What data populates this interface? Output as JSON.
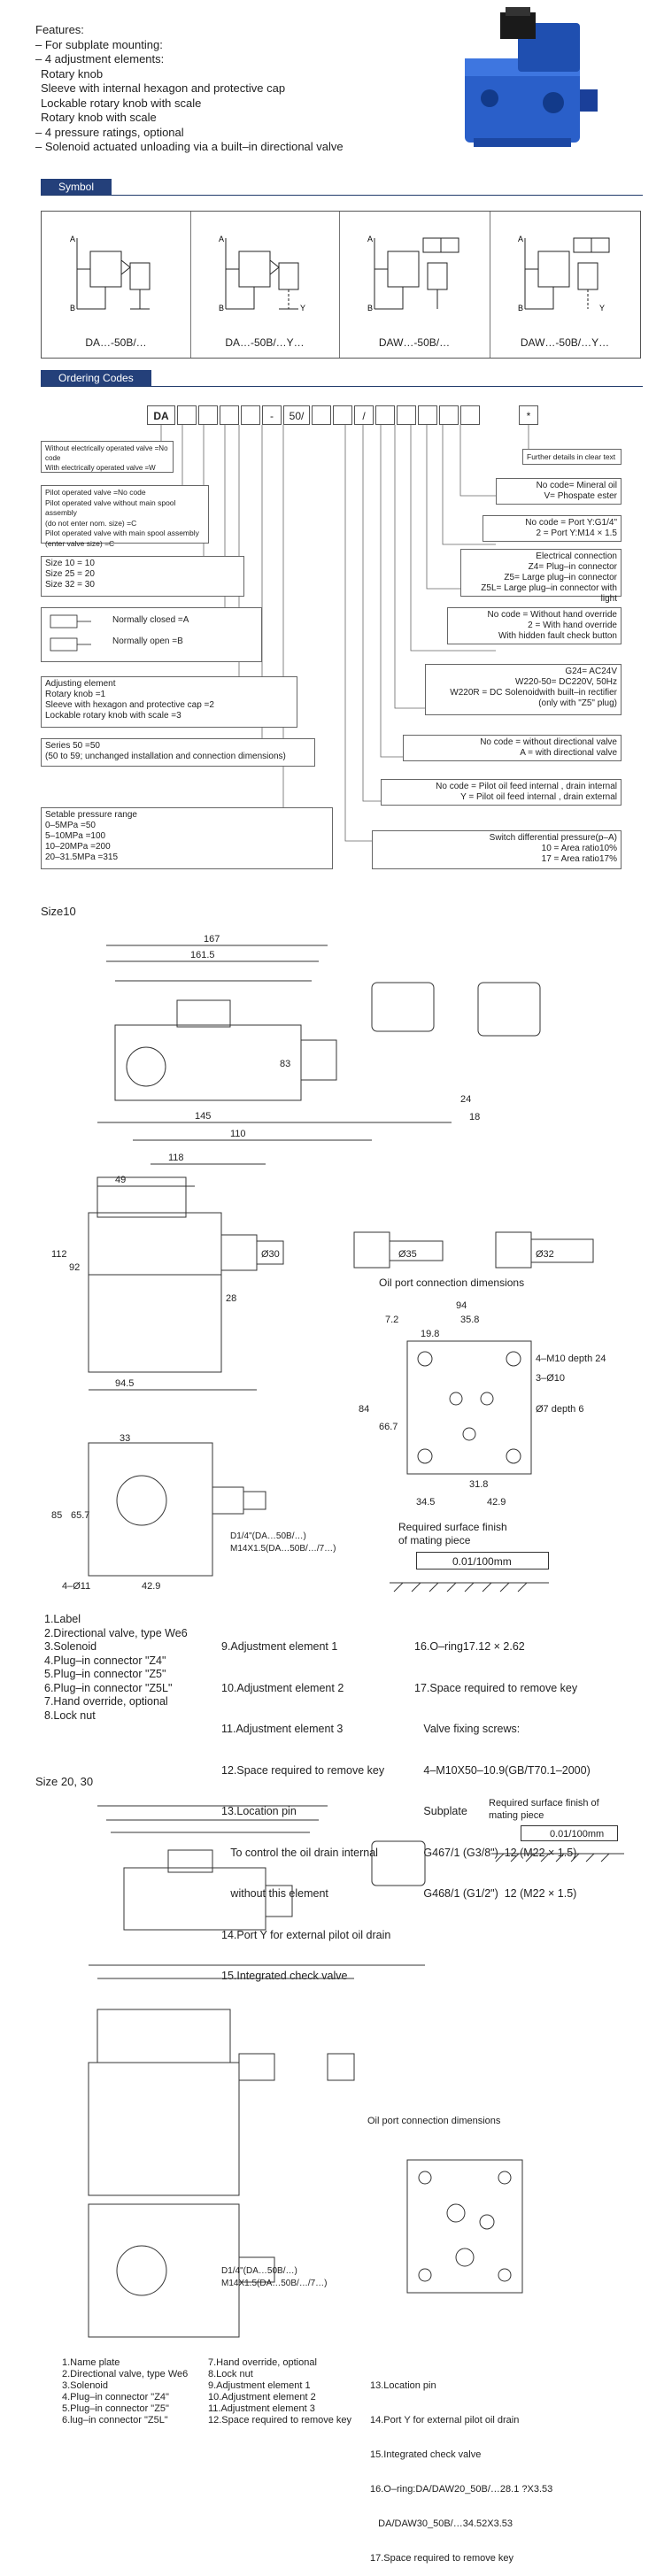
{
  "features": {
    "title": "Features:",
    "items": [
      "– For subplate mounting:",
      "– 4 adjustment elements:",
      "  Rotary knob",
      "  Sleeve with internal hexagon and protective cap",
      "  Lockable rotary knob with scale",
      "  Rotary knob with scale",
      "– 4 pressure ratings, optional",
      "– Solenoid actuated unloading via a built–in directional valve"
    ]
  },
  "symbol": {
    "tab": "Symbol",
    "captions": [
      "DA…-50B/…",
      "DA…-50B/…Y…",
      "DAW…-50B/…",
      "DAW…-50B/…Y…"
    ]
  },
  "ordering": {
    "tab": "Ordering Codes",
    "code_fields": [
      "DA",
      "",
      "",
      "",
      "",
      "-",
      "50/",
      "",
      "",
      "/",
      "",
      "",
      "",
      "",
      "",
      "*"
    ],
    "left_boxes": [
      {
        "lines": [
          "Without electrically operated valve =No code",
          "With electrically operated valve      =W"
        ]
      },
      {
        "lines": [
          "Pilot operated valve                    =No code",
          "Pilot operated valve without main spool assembly",
          "(do not enter nom. size)                    =C",
          "Pilot operated valve with main spool assembly",
          "(enter valve size)                          =C"
        ]
      },
      {
        "lines": [
          "Size 10                                      = 10",
          "Size 25                                      = 20",
          "Size 32                                      = 30"
        ]
      },
      {
        "lines": [
          "Normally closed                    =A",
          "Normally open                      =B"
        ]
      },
      {
        "lines": [
          "Adjusting element",
          "Rotary knob                                              =1",
          "Sleeve with hexagon and protective cap          =2",
          "Lockable rotary knob with scale                    =3"
        ]
      },
      {
        "lines": [
          "Series 50                                                      =50",
          "(50 to 59; unchanged installation and connection dimensions)"
        ]
      },
      {
        "lines": [
          "Setable pressure range",
          "0–5MPa                                                =50",
          "5–10MPa                                             =100",
          "10–20MPa                                           =200",
          "20–31.5MPa                                         =315"
        ]
      }
    ],
    "right_boxes": [
      {
        "lines": [
          "Further details in clear text"
        ]
      },
      {
        "lines": [
          "No code=          Mineral oil",
          "V=      Phospate ester"
        ]
      },
      {
        "lines": [
          "No code =              Port Y:G1/4\"",
          "2 =   Port Y:M14 × 1.5"
        ]
      },
      {
        "lines": [
          "Electrical connection",
          "Z4=                     Plug–in connector",
          "Z5=            Large plug–in connector",
          "Z5L= Large plug–in connector with light"
        ]
      },
      {
        "lines": [
          "No code =       Without hand override",
          "2 =                 With hand override",
          "With hidden fault check button"
        ]
      },
      {
        "lines": [
          "G24=                                    AC24V",
          "W220-50=                    DC220V, 50Hz",
          "W220R =   DC Solenoidwith built–in rectifier",
          "(only with  \"Z5\" plug)"
        ]
      },
      {
        "lines": [
          "No code =              without directional valve",
          "A =                         with directional valve"
        ]
      },
      {
        "lines": [
          "No code =      Pilot oil feed internal , drain internal",
          "Y =      Pilot oil feed internal , drain external"
        ]
      },
      {
        "lines": [
          "Switch differential pressure(p–A)",
          "10 =                              Area ratio10%",
          "17 =                              Area ratio17%"
        ]
      }
    ]
  },
  "size10": {
    "title": "Size10",
    "dims": [
      "167",
      "161.5",
      "145",
      "110",
      "118",
      "49",
      "94.5",
      "83",
      "24",
      "18",
      "112",
      "92",
      "28",
      "33",
      "85",
      "65.7",
      "42.9",
      "4–Ø11",
      "Ø30",
      "Ø35",
      "Ø32"
    ],
    "oil_port_title": "Oil port connection dimensions",
    "oil_dims": [
      "94",
      "35.8",
      "7.2",
      "19.8",
      "4–M10 depth 24",
      "3–Ø10",
      "Ø7 depth 6",
      "84",
      "66.7",
      "31.8",
      "34.5",
      "42.9"
    ],
    "thread_note": [
      "D1/4\"(DA…50B/…)",
      "M14X1.5(DA…50B/…/7…)"
    ],
    "surface_title": "Required surface finish\nof mating piece",
    "surface_value": "0.01/100mm",
    "legend_col1": [
      "1.Label",
      "2.Directional valve, type We6",
      "3.Solenoid",
      "4.Plug–in connector  \"Z4\"",
      "5.Plug–in connector  \"Z5\"",
      "6.Plug–in connector  \"Z5L\"",
      "7.Hand override, optional",
      "8.Lock nut"
    ],
    "legend_col2": [
      "9.Adjustment element 1",
      "10.Adjustment element 2",
      "11.Adjustment element 3",
      "12.Space required to remove key",
      "13.Location pin",
      "   To control the oil drain internal",
      "   without this element",
      "14.Port Y for external pilot oil drain",
      "15.Integrated check valve"
    ],
    "legend_col3": [
      "16.O–ring17.12 × 2.62",
      "17.Space required to remove key",
      "   Valve fixing screws:",
      "   4–M10X50–10.9(GB/T70.1–2000)",
      "   Subplate",
      "   G467/1 (G3/8\")  12 (M22 × 1.5)",
      "   G468/1 (G1/2\")  12 (M22 × 1.5)"
    ]
  },
  "size20": {
    "title": "Size 20, 30",
    "surface_title": "Required surface finish of\nmating piece",
    "surface_value": "0.01/100mm",
    "oil_port_title": "Oil port connection dimensions",
    "thread_note": [
      "D1/4\"(DA…50B/…)",
      "M14X1.5(DA…50B/…/7…)"
    ],
    "legend_col1": [
      "1.Name plate",
      "2.Directional valve, type We6",
      "3.Solenoid",
      "4.Plug–in connector  \"Z4\"",
      "5.Plug–in connector  \"Z5\"",
      "6.lug–in connector  \"Z5L\""
    ],
    "legend_col2": [
      "7.Hand override, optional",
      "8.Lock nut",
      "9.Adjustment element 1",
      "10.Adjustment element 2",
      "11.Adjustment element 3",
      "12.Space required to remove key"
    ],
    "legend_col3": [
      "13.Location pin",
      "14.Port Y for external pilot oil drain",
      "15.Integrated check valve",
      "16.O–ring:DA/DAW20_50B/…28.1 ?X3.53",
      "   DA/DAW30_50B/…34.52X3.53",
      "17.Space required to remove key"
    ]
  }
}
